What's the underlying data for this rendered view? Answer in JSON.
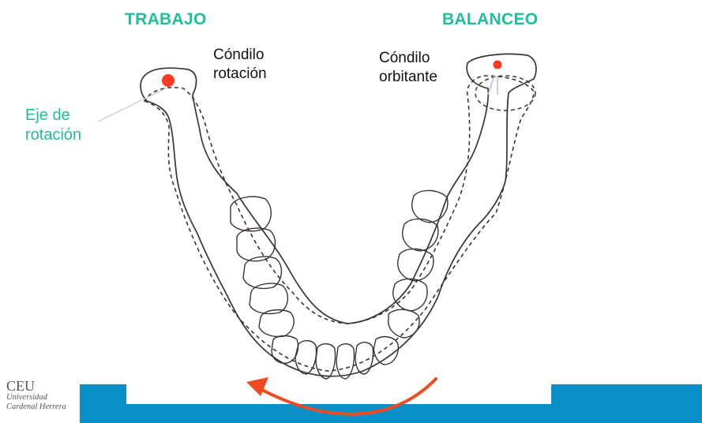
{
  "labels": {
    "trabajo": "TRABAJO",
    "balanceo": "BALANCEO",
    "condilo_rotacion": [
      "Cóndilo",
      "rotación"
    ],
    "condilo_orbitante": [
      "Cóndilo",
      "orbitante"
    ],
    "eje_rotacion": [
      "Eje de",
      "rotación"
    ]
  },
  "logo": {
    "abbr": "CEU",
    "line1": "Universidad",
    "line2": "Cardenal Herrera"
  },
  "colors": {
    "accent": "#1fbf9c",
    "rotation_point": "#ff3b1f",
    "movement_arrow": "#f04a20",
    "footer_bar": "#0a8fc7",
    "outline": "#3a3434"
  }
}
